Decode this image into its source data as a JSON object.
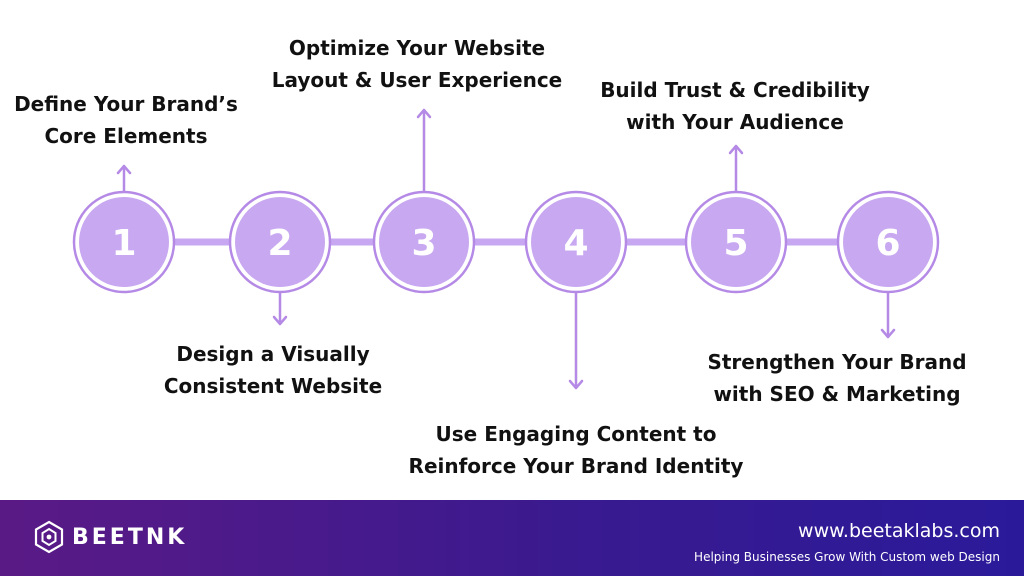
{
  "colors": {
    "accent": "#c7a7f1",
    "circle": "#c8a8f0",
    "ring": "#b58ae6",
    "text": "#111111",
    "footer": "#4a1a8a"
  },
  "steps": [
    {
      "number": "1",
      "line1": "Define Your Brand’s",
      "line2": "Core Elements",
      "direction": "up"
    },
    {
      "number": "2",
      "line1": "Design a Visually",
      "line2": "Consistent Website",
      "direction": "down"
    },
    {
      "number": "3",
      "line1": "Optimize Your Website",
      "line2": "Layout & User Experience",
      "direction": "up"
    },
    {
      "number": "4",
      "line1": "Use Engaging Content to",
      "line2": "Reinforce Your Brand Identity",
      "direction": "down"
    },
    {
      "number": "5",
      "line1": "Build Trust & Credibility",
      "line2": "with Your Audience",
      "direction": "up"
    },
    {
      "number": "6",
      "line1": "Strengthen Your Brand",
      "line2": "with SEO & Marketing",
      "direction": "down"
    }
  ],
  "footer": {
    "brand": "BEETNK",
    "logo_icon": "hexagon-logo-icon",
    "website": "www.beetaklabs.com",
    "tagline": "Helping Businesses Grow With Custom web Design"
  }
}
